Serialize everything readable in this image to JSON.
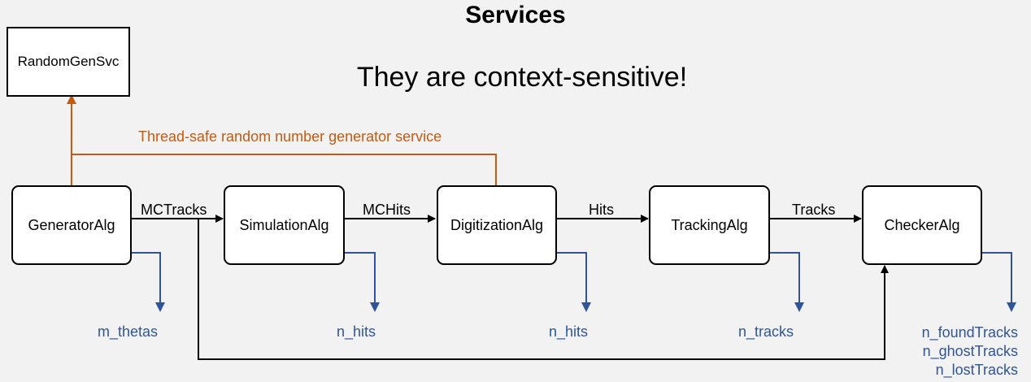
{
  "title": "Services",
  "subtitle": "They are context-sensitive!",
  "service_box": "RandomGenSvc",
  "service_label": "Thread-safe random number generator service",
  "algorithms": [
    "GeneratorAlg",
    "SimulationAlg",
    "DigitizationAlg",
    "TrackingAlg",
    "CheckerAlg"
  ],
  "flows": [
    "MCTracks",
    "MCHits",
    "Hits",
    "Tracks"
  ],
  "monitors": {
    "generator": "m_thetas",
    "simulation": "n_hits",
    "digitization": "n_hits",
    "tracking": "n_tracks",
    "checker": [
      "n_foundTracks",
      "n_ghostTracks",
      "n_lostTracks"
    ]
  },
  "colors": {
    "data_flow": "#000000",
    "monitoring": "#2f5597",
    "service": "#c55a11"
  }
}
